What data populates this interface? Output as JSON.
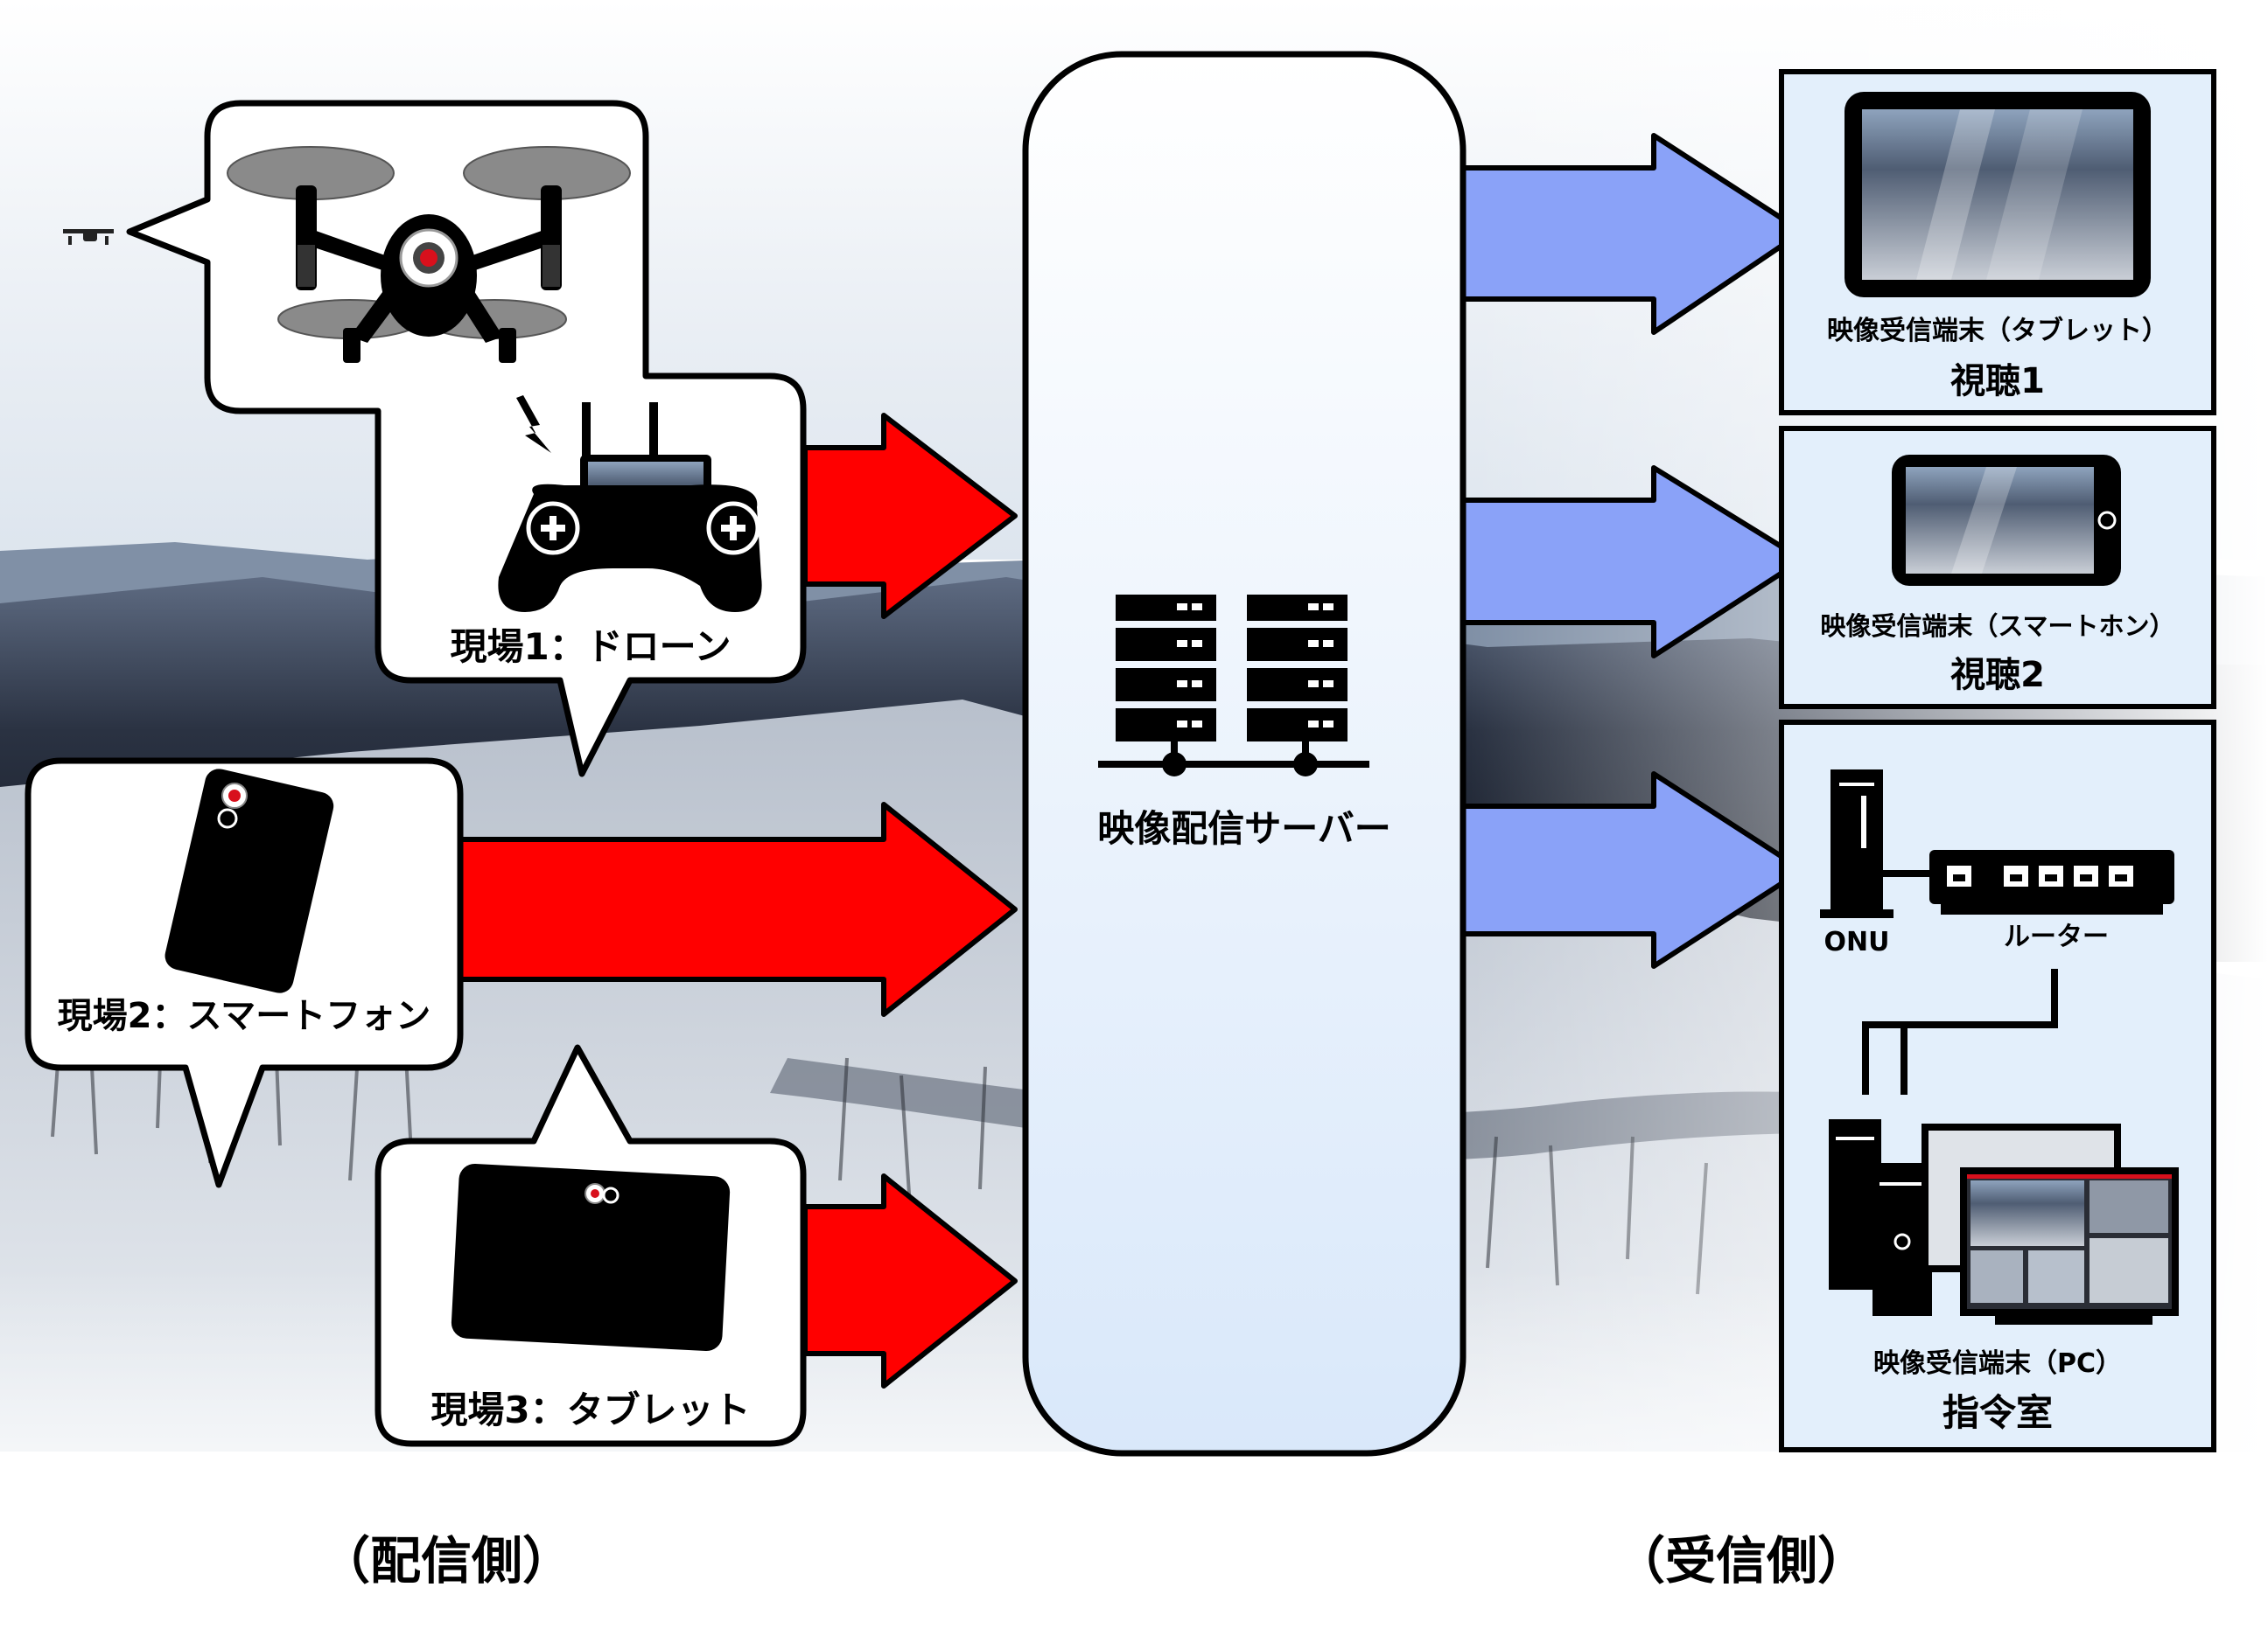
{
  "colors": {
    "send_arrow": "#ff0000",
    "receive_arrow": "#8aa2f8",
    "server_fill": "#e6f0fb",
    "receiver_fill": "#e3effb",
    "device_black": "#000000"
  },
  "sources": [
    {
      "label": "現場1：ドローン",
      "icons": [
        "drone-icon",
        "controller-icon"
      ]
    },
    {
      "label": "現場2：スマートフォン",
      "icons": [
        "smartphone-icon"
      ]
    },
    {
      "label": "現場3：タブレット",
      "icons": [
        "tablet-icon"
      ]
    }
  ],
  "server": {
    "label": "映像配信サーバー",
    "icon": "server-rack-icon"
  },
  "receivers": [
    {
      "device": "映像受信端末（タブレット）",
      "title": "視聴1",
      "icon": "tablet-icon"
    },
    {
      "device": "映像受信端末（スマートホン）",
      "title": "視聴2",
      "icon": "smartphone-icon"
    },
    {
      "device": "映像受信端末（PC）",
      "title": "指令室",
      "icon": "pc-icon",
      "network": {
        "onu": "ONU",
        "router": "ルーター"
      }
    }
  ],
  "sides": {
    "send": "（配信側）",
    "receive": "（受信側）"
  }
}
